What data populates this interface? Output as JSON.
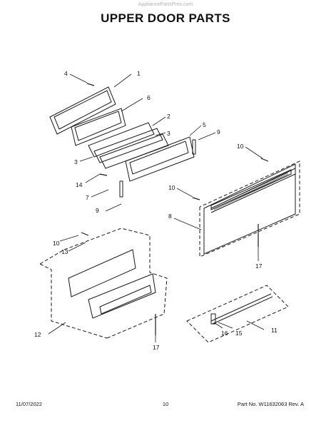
{
  "watermark": "AppliancePartsPros.com",
  "title": "UPPER DOOR PARTS",
  "callouts": [
    "1",
    "2",
    "3",
    "3",
    "4",
    "5",
    "6",
    "7",
    "8",
    "9",
    "9",
    "10",
    "10",
    "10",
    "11",
    "12",
    "13",
    "14",
    "15",
    "16",
    "17",
    "17"
  ],
  "footer": {
    "date": "11/07/2022",
    "page": "10",
    "part": "Part No. W11632063  Rev. A"
  }
}
